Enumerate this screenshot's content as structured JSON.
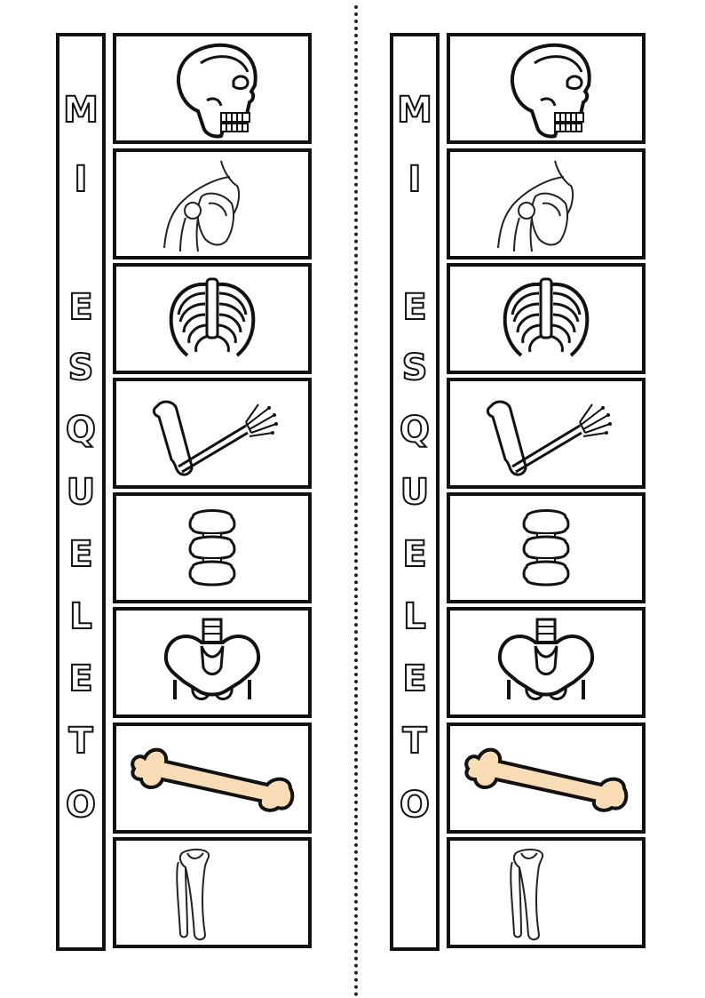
{
  "bookmark": {
    "title_letters": [
      "M",
      "I",
      "E",
      "S",
      "Q",
      "U",
      "E",
      "L",
      "E",
      "T",
      "O"
    ],
    "cards": [
      {
        "icon": "skull-icon"
      },
      {
        "icon": "shoulder-icon"
      },
      {
        "icon": "ribcage-icon"
      },
      {
        "icon": "arm-bones-icon"
      },
      {
        "icon": "vertebrae-icon"
      },
      {
        "icon": "pelvis-icon"
      },
      {
        "icon": "femur-icon"
      },
      {
        "icon": "tibia-fibula-icon"
      }
    ]
  },
  "colors": {
    "outline": "#111111",
    "femur_fill": "#f8dcb6"
  }
}
